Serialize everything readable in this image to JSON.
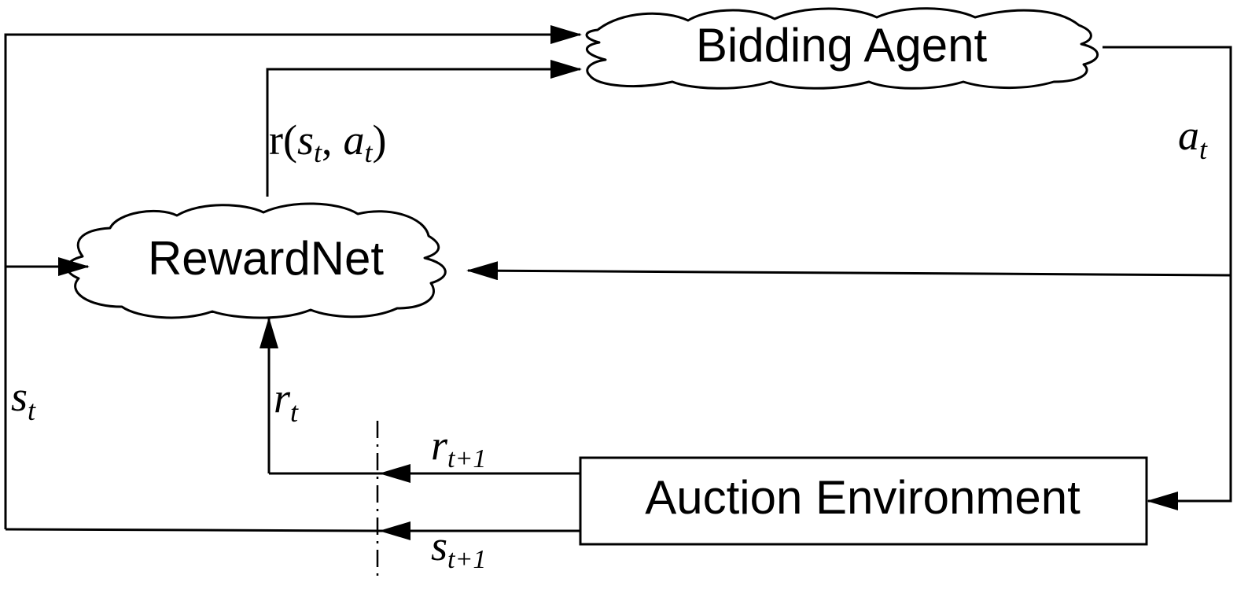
{
  "nodes": {
    "bidding_agent": "Bidding Agent",
    "reward_net": "RewardNet",
    "auction_environment": "Auction Environment"
  },
  "labels": {
    "reward_fn": {
      "fn": "r",
      "open": "(",
      "s": "s",
      "s_sub": "t",
      "comma": ",",
      "a": "a",
      "a_sub": "t",
      "close": ")"
    },
    "action": {
      "base": "a",
      "sub": "t"
    },
    "state": {
      "base": "s",
      "sub": "t"
    },
    "reward": {
      "base": "r",
      "sub": "t"
    },
    "next_reward": {
      "base": "r",
      "sub": "t+1"
    },
    "next_state": {
      "base": "s",
      "sub": "t+1"
    }
  }
}
